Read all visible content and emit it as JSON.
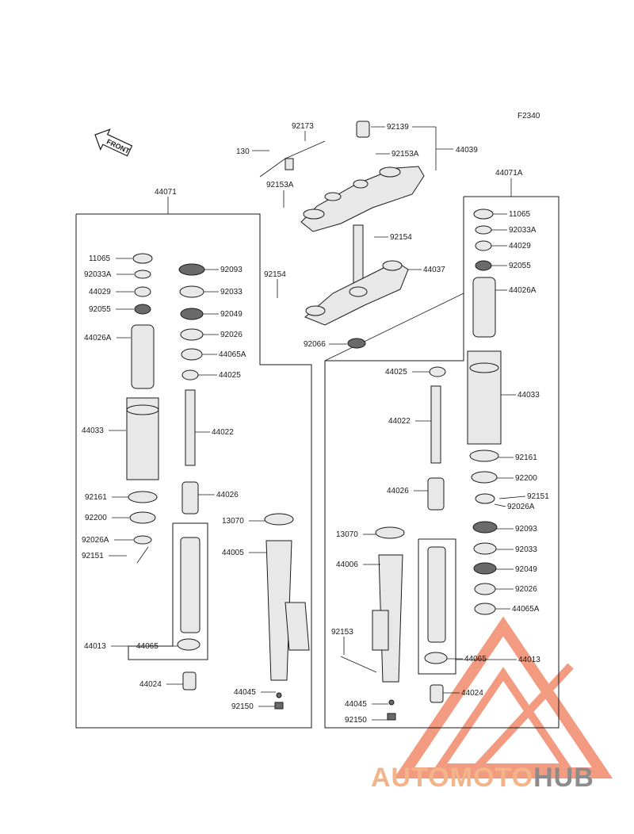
{
  "figure_code": "F2340",
  "front_label": "FRONT",
  "top_parts": [
    {
      "id": "92173",
      "text": "92173"
    },
    {
      "id": "92139",
      "text": "92139"
    },
    {
      "id": "130",
      "text": "130"
    },
    {
      "id": "92153A-a",
      "text": "92153A"
    },
    {
      "id": "44039",
      "text": "44039"
    },
    {
      "id": "92153A-b",
      "text": "92153A"
    },
    {
      "id": "92154-a",
      "text": "92154"
    },
    {
      "id": "44037",
      "text": "44037"
    },
    {
      "id": "92154-b",
      "text": "92154"
    },
    {
      "id": "92066",
      "text": "92066"
    }
  ],
  "left_assembly": {
    "title": "44071",
    "parts": [
      {
        "id": "11065",
        "text": "11065"
      },
      {
        "id": "92033A",
        "text": "92033A"
      },
      {
        "id": "44029",
        "text": "44029"
      },
      {
        "id": "92055",
        "text": "92055"
      },
      {
        "id": "44026A",
        "text": "44026A"
      },
      {
        "id": "44033",
        "text": "44033"
      },
      {
        "id": "92161",
        "text": "92161"
      },
      {
        "id": "92200",
        "text": "92200"
      },
      {
        "id": "92026A",
        "text": "92026A"
      },
      {
        "id": "92151",
        "text": "92151"
      },
      {
        "id": "92093",
        "text": "92093"
      },
      {
        "id": "92033",
        "text": "92033"
      },
      {
        "id": "92049",
        "text": "92049"
      },
      {
        "id": "92026",
        "text": "92026"
      },
      {
        "id": "44065A",
        "text": "44065A"
      },
      {
        "id": "44025",
        "text": "44025"
      },
      {
        "id": "44022",
        "text": "44022"
      },
      {
        "id": "44026",
        "text": "44026"
      },
      {
        "id": "13070",
        "text": "13070"
      },
      {
        "id": "44005",
        "text": "44005"
      },
      {
        "id": "44013",
        "text": "44013"
      },
      {
        "id": "44065",
        "text": "44065"
      },
      {
        "id": "44024",
        "text": "44024"
      },
      {
        "id": "44045",
        "text": "44045"
      },
      {
        "id": "92150",
        "text": "92150"
      }
    ]
  },
  "right_assembly": {
    "title": "44071A",
    "parts": [
      {
        "id": "11065",
        "text": "11065"
      },
      {
        "id": "92033A",
        "text": "92033A"
      },
      {
        "id": "44029",
        "text": "44029"
      },
      {
        "id": "92055",
        "text": "92055"
      },
      {
        "id": "44026A",
        "text": "44026A"
      },
      {
        "id": "44033",
        "text": "44033"
      },
      {
        "id": "92161",
        "text": "92161"
      },
      {
        "id": "92200",
        "text": "92200"
      },
      {
        "id": "92151",
        "text": "92151"
      },
      {
        "id": "92026A",
        "text": "92026A"
      },
      {
        "id": "92093",
        "text": "92093"
      },
      {
        "id": "92033",
        "text": "92033"
      },
      {
        "id": "92049",
        "text": "92049"
      },
      {
        "id": "92026",
        "text": "92026"
      },
      {
        "id": "44065A",
        "text": "44065A"
      },
      {
        "id": "44025",
        "text": "44025"
      },
      {
        "id": "44022",
        "text": "44022"
      },
      {
        "id": "44026",
        "text": "44026"
      },
      {
        "id": "13070",
        "text": "13070"
      },
      {
        "id": "44006",
        "text": "44006"
      },
      {
        "id": "92153",
        "text": "92153"
      },
      {
        "id": "44065",
        "text": "44065"
      },
      {
        "id": "44013",
        "text": "44013"
      },
      {
        "id": "44024",
        "text": "44024"
      },
      {
        "id": "44045",
        "text": "44045"
      },
      {
        "id": "92150",
        "text": "92150"
      }
    ]
  },
  "watermark": {
    "part1": "AUTO",
    "part2": "MOTO",
    "part3": "HUB",
    "accent_color": "#f08a6a",
    "gray_color": "#8c8c8c"
  }
}
